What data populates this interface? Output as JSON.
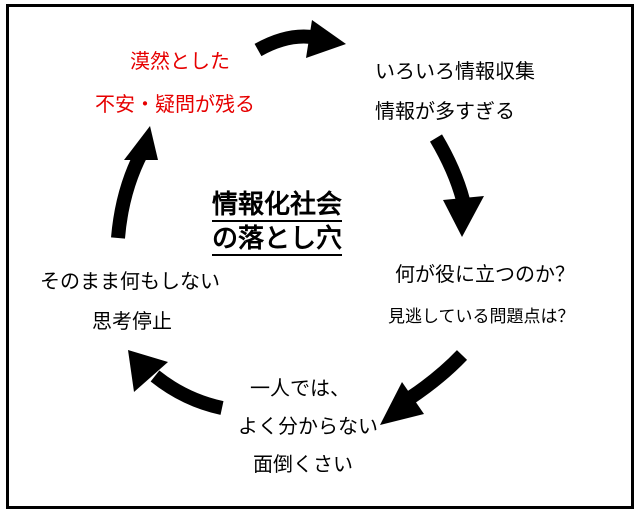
{
  "center": {
    "line1": "情報化社会",
    "line2": "の落とし穴"
  },
  "nodes": {
    "top_left": {
      "line1": "漠然とした",
      "line2": "不安・疑問が残る"
    },
    "top_right": {
      "line1": "いろいろ情報収集",
      "line2": "情報が多すぎる"
    },
    "right": {
      "line1": "何が役に立つのか？",
      "line2": "見逃している問題点は？"
    },
    "bottom": {
      "line1": "一人では、",
      "line2": "よく分からない",
      "line3": "面倒くさい"
    },
    "left": {
      "line1": "そのまま何もしない",
      "line2": "思考停止"
    }
  },
  "colors": {
    "emphasis": "#e60000",
    "text": "#000000",
    "arrow": "#000000"
  }
}
